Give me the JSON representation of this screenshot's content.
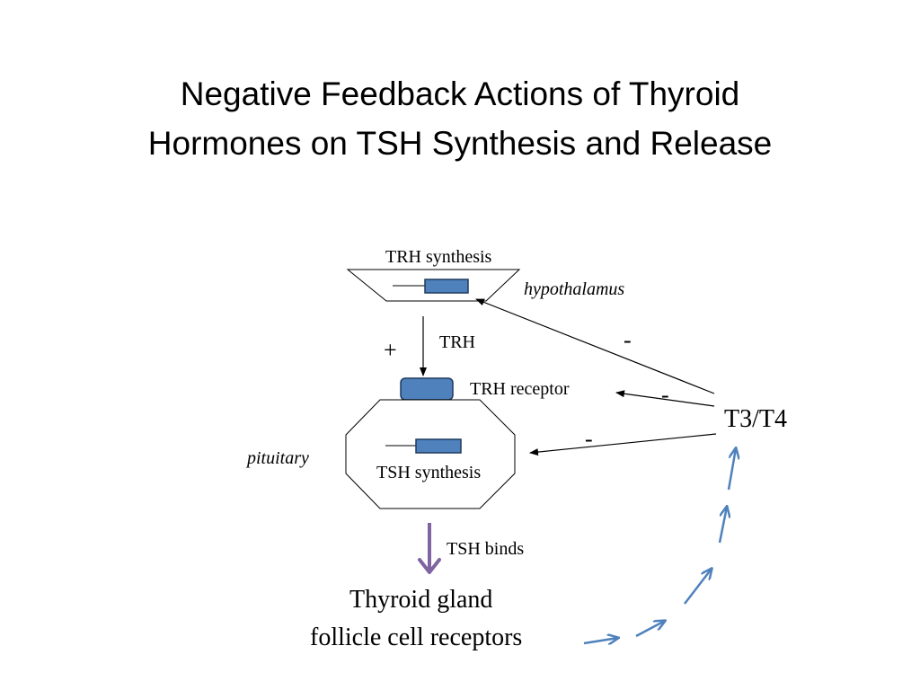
{
  "slide": {
    "title_line1": "Negative Feedback Actions of Thyroid",
    "title_line2": "Hormones on TSH Synthesis and Release"
  },
  "diagram": {
    "trh_synthesis_label": "TRH synthesis",
    "hypothalamus_label": "hypothalamus",
    "trh_label": "TRH",
    "plus_sign": "+",
    "trh_receptor_label": "TRH receptor",
    "pituitary_label": "pituitary",
    "tsh_synthesis_label": "TSH synthesis",
    "tsh_binds_label": "TSH binds",
    "thyroid_gland_label": "Thyroid gland",
    "follicle_receptors_label": "follicle cell receptors",
    "t3t4_label": "T3/T4",
    "minus_sign": "-"
  },
  "colors": {
    "gene_fill": "#4f81bd",
    "gene_stroke": "#1f3a5f",
    "tsh_arrow": "#8064a2",
    "return_arrow": "#4f81bd",
    "line": "#000000"
  }
}
